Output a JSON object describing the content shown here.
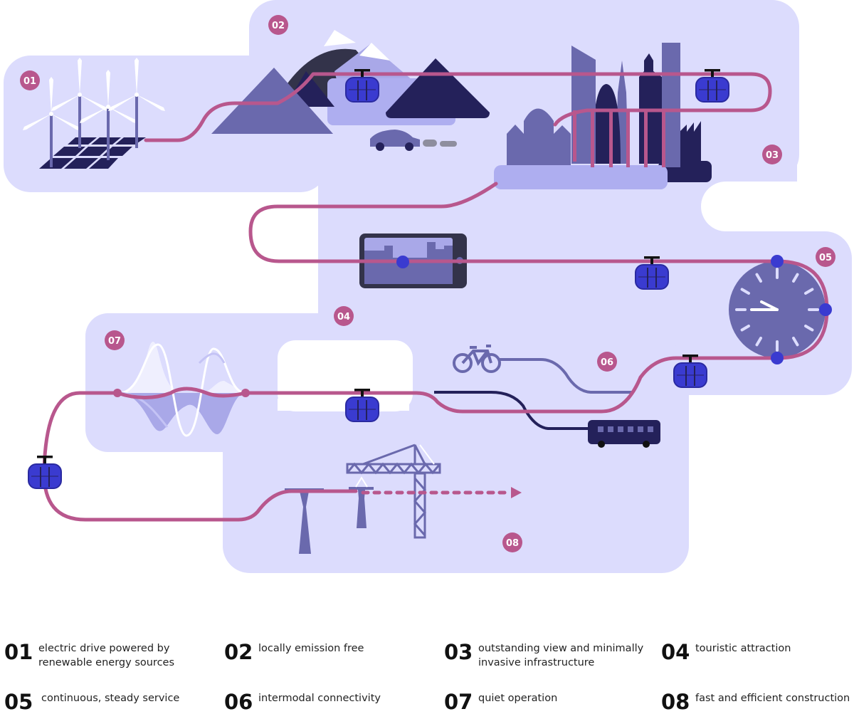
{
  "badges": [
    {
      "id": "01"
    },
    {
      "id": "02"
    },
    {
      "id": "03"
    },
    {
      "id": "04"
    },
    {
      "id": "05"
    },
    {
      "id": "06"
    },
    {
      "id": "07"
    },
    {
      "id": "08"
    }
  ],
  "legend": [
    {
      "num": "01",
      "text": "electric drive powered by renewable energy sources"
    },
    {
      "num": "02",
      "text": "locally emission free"
    },
    {
      "num": "03",
      "text": "outstanding view and minimally invasive infrastructure"
    },
    {
      "num": "04",
      "text": "touristic attraction"
    },
    {
      "num": "05",
      "text": "continuous, steady service"
    },
    {
      "num": "06",
      "text": "intermodal connectivity"
    },
    {
      "num": "07",
      "text": "quiet operation"
    },
    {
      "num": "08",
      "text": "fast and efficient construction"
    }
  ],
  "colors": {
    "background_panel": "#dcdcfd",
    "cable_line": "#b8578d",
    "badge": "#b8578d",
    "gondola": "#3a3bd0",
    "dark_navy": "#24215a",
    "mid_purple": "#6a69ad",
    "light_purple": "#aeaef0"
  }
}
